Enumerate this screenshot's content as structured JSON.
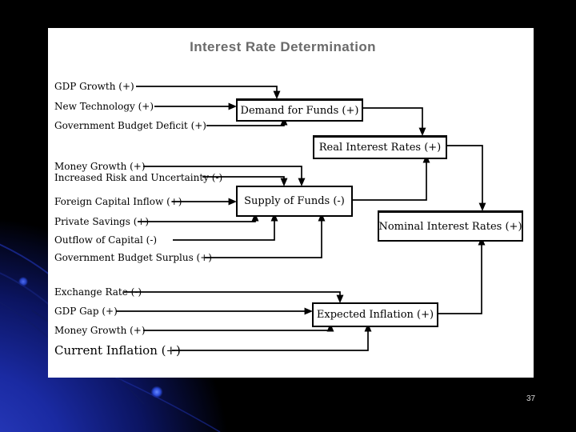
{
  "slide": {
    "title": "Interest Rate Determination",
    "title_color": "#6b6b6b",
    "page_number": "37",
    "background_color": "#ffffff",
    "deck_background": "#000000",
    "accent_blue": "#1a2aa2"
  },
  "diagram": {
    "factors": [
      {
        "label": "GDP Growth (+)",
        "target": "Demand for Funds (+)"
      },
      {
        "label": "New Technology (+)",
        "target": "Demand for Funds (+)"
      },
      {
        "label": "Government Budget Deficit (+)",
        "target": "Demand for Funds (+)"
      },
      {
        "label": "Money Growth (+)",
        "target": "Supply of Funds (-)"
      },
      {
        "label": "Increased Risk and Uncertainty (-)",
        "target": "Supply of Funds (-)"
      },
      {
        "label": "Foreign Capital Inflow (+)",
        "target": "Supply of Funds (-)"
      },
      {
        "label": "Private Savings (+)",
        "target": "Supply of Funds (-)"
      },
      {
        "label": "Outflow of Capital (-)",
        "target": "Supply of Funds (-)"
      },
      {
        "label": "Government Budget Surplus (+)",
        "target": "Supply of Funds (-)"
      },
      {
        "label": "Exchange Rate (-)",
        "target": "Expected Inflation (+)"
      },
      {
        "label": "GDP Gap (+)",
        "target": "Expected Inflation (+)"
      },
      {
        "label": "Money Growth (+)",
        "target": "Expected Inflation (+)"
      },
      {
        "label": "Current Inflation (+)",
        "target": "Expected Inflation (+)"
      }
    ],
    "boxes": [
      {
        "label": "Demand for Funds (+)"
      },
      {
        "label": "Real Interest Rates (+)"
      },
      {
        "label": "Supply of Funds (-)"
      },
      {
        "label": "Nominal Interest Rates (+)"
      },
      {
        "label": "Expected Inflation (+)"
      }
    ],
    "edges": [
      {
        "from": "Demand for Funds (+)",
        "to": "Real Interest Rates (+)"
      },
      {
        "from": "Supply of Funds (-)",
        "to": "Real Interest Rates (+)"
      },
      {
        "from": "Real Interest Rates (+)",
        "to": "Nominal Interest Rates (+)"
      },
      {
        "from": "Expected Inflation (+)",
        "to": "Nominal Interest Rates (+)"
      }
    ]
  }
}
